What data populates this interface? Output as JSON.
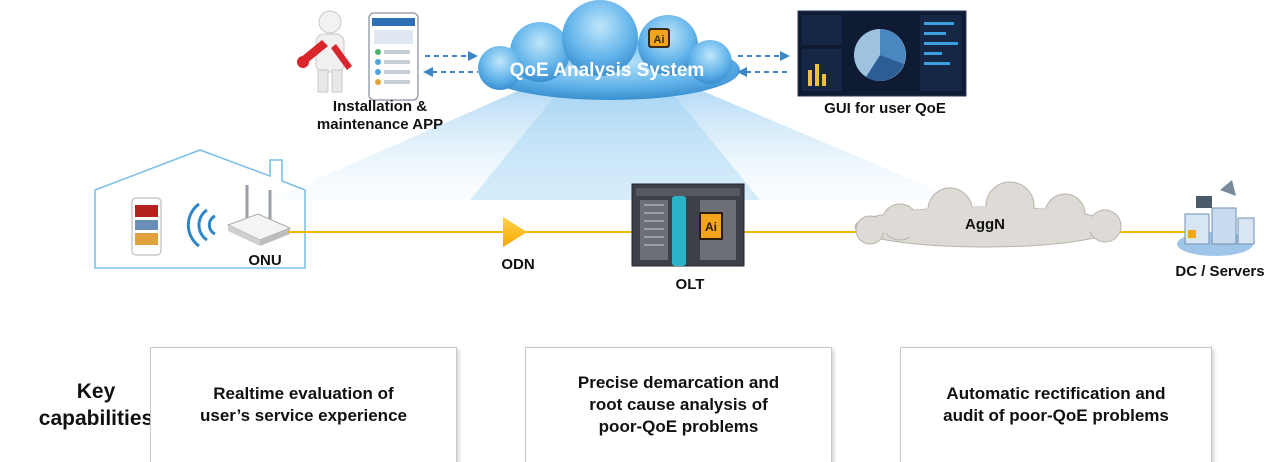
{
  "cloud": {
    "title": "QoE Analysis System",
    "ai_badge": "Ai"
  },
  "app": {
    "label": "Installation &\nmaintenance APP"
  },
  "gui": {
    "label": "GUI for user QoE"
  },
  "network": {
    "onu": "ONU",
    "odn": "ODN",
    "olt": "OLT",
    "olt_ai_badge": "Ai",
    "aggn": "AggN",
    "dc": "DC / Servers"
  },
  "capabilities": {
    "title": "Key\ncapabilities",
    "items": [
      "Realtime evaluation of\nuser’s service experience",
      "Precise demarcation and\nroot cause analysis of\npoor-QoE problems",
      "Automatic rectification and\naudit of poor-QoE problems"
    ]
  },
  "colors": {
    "link": "#f5b800",
    "cloud_dark": "#2f86c8",
    "cloud_light": "#9ad3f4",
    "arrow": "#3c86c8",
    "house": "#7cc0e8",
    "ai_bg": "#f2a51a"
  }
}
